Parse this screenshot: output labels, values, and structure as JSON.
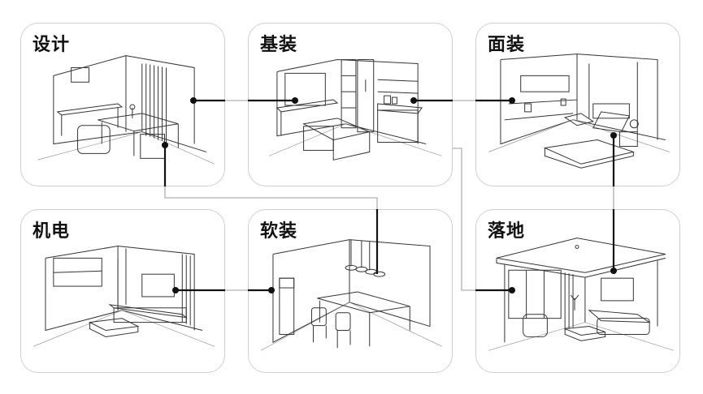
{
  "stages": [
    {
      "id": "design",
      "label": "设计"
    },
    {
      "id": "basic",
      "label": "基装"
    },
    {
      "id": "finish",
      "label": "面装"
    },
    {
      "id": "mep",
      "label": "机电"
    },
    {
      "id": "soft",
      "label": "软装"
    },
    {
      "id": "landing",
      "label": "落地"
    }
  ]
}
